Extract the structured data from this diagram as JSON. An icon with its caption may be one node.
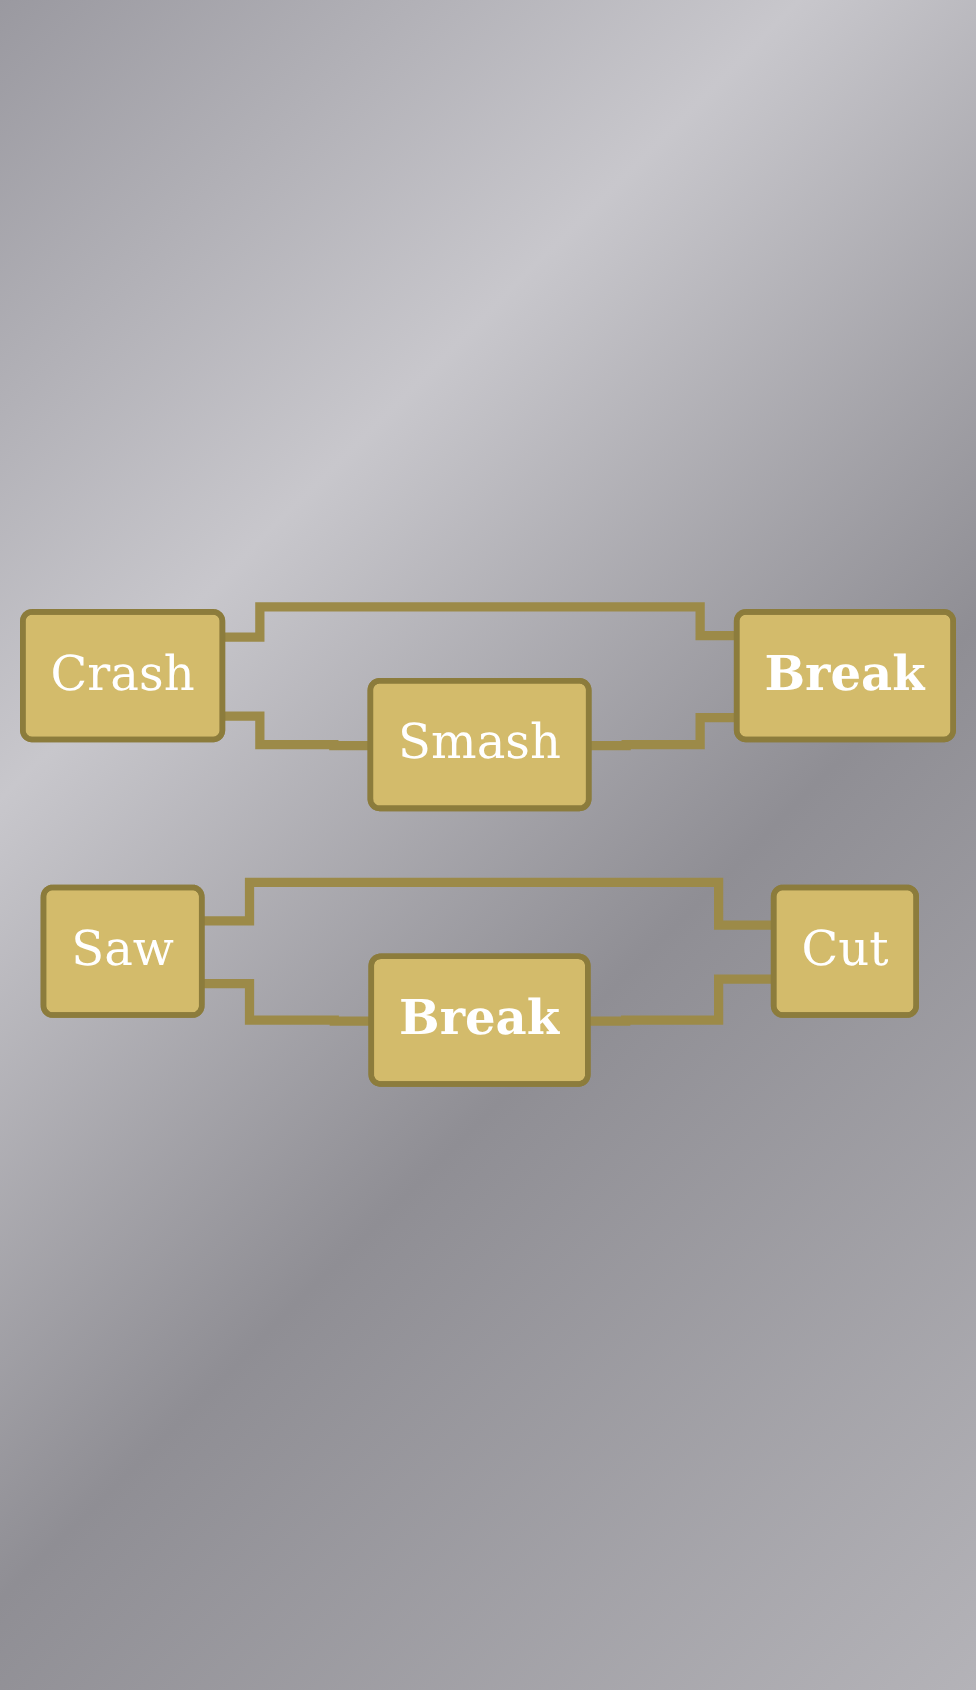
{
  "diagram": {
    "nodes": [
      {
        "text": [
          "Smash"
        ]
      },
      {
        "text": [
          "Crash"
        ]
      },
      {
        "text": [
          "Break"
        ]
      },
      {
        "text": [
          "Break"
        ]
      },
      {
        "text": [
          "Saw"
        ]
      },
      {
        "text": [
          "Cut"
        ]
      }
    ],
    "edges": [
      {
        "from": 1,
        "to": 0,
        "arrow": "none"
      },
      {
        "from": 1,
        "to": 2,
        "arrow": "none"
      },
      {
        "from": 0,
        "to": 2,
        "arrow": "none"
      },
      {
        "from": 4,
        "to": 3,
        "arrow": "none"
      },
      {
        "from": 4,
        "to": 5,
        "arrow": "none"
      },
      {
        "from": 3,
        "to": 5,
        "arrow": "none"
      }
    ]
  }
}
